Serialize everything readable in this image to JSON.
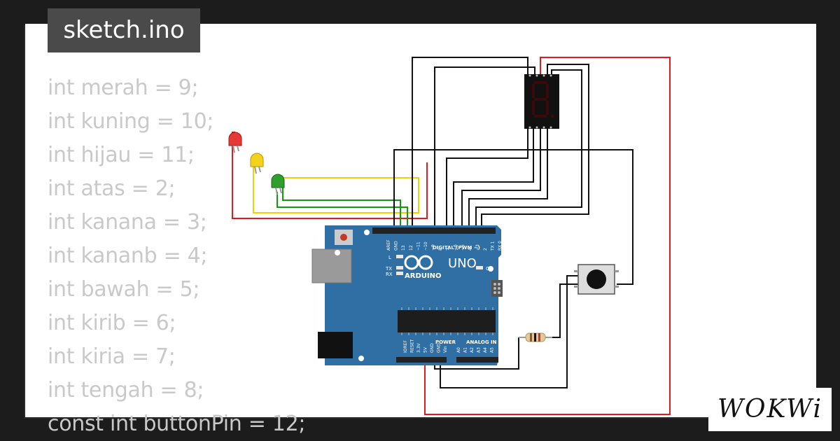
{
  "file_tab": {
    "label": "sketch.ino"
  },
  "code": {
    "lines": [
      "int merah = 9;",
      "int kuning = 10;",
      "int hijau = 11;",
      "int atas = 2;",
      "int kanana = 3;",
      "int kananb = 4;",
      "int bawah = 5;",
      "int kirib = 6;",
      "int kiria = 7;",
      "int tengah = 8;",
      "const int buttonPin = 12;"
    ]
  },
  "board": {
    "brand": "ARDUINO",
    "model": "UNO",
    "digital_header": "DIGITAL (PWM ~)",
    "digital_pins": [
      "AREF",
      "GND",
      "13",
      "12",
      "~11",
      "~10",
      "~9",
      "8",
      "7",
      "~6",
      "~5",
      "4",
      "~3",
      "2",
      "TX 1",
      "RX 0"
    ],
    "power_header": "POWER",
    "power_pins": [
      "IOREF",
      "RESET",
      "3.3V",
      "5V",
      "GND",
      "GND",
      "Vin"
    ],
    "analog_header": "ANALOG IN",
    "analog_pins": [
      "A0",
      "A1",
      "A2",
      "A3",
      "A4",
      "A5"
    ],
    "led_labels": {
      "l": "L",
      "tx": "TX",
      "rx": "RX",
      "on": "ON"
    }
  },
  "components": {
    "leds": [
      {
        "name": "red",
        "color": "#e53935"
      },
      {
        "name": "yellow",
        "color": "#f2d21b"
      },
      {
        "name": "green",
        "color": "#2e9e2e"
      }
    ],
    "wire_colors": {
      "red": "#e11b1b",
      "yellow": "#f0d000",
      "green": "#119911",
      "black": "#111111"
    },
    "board_color": "#2f6fa3"
  },
  "brand_logo": {
    "text": "WOKWi"
  }
}
